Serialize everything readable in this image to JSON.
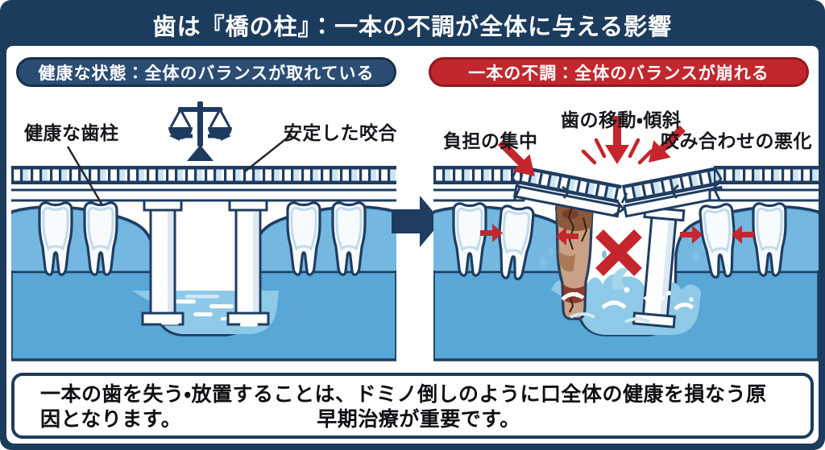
{
  "header": {
    "title": "歯は『橋の柱』：一本の不調が全体に与える影響"
  },
  "left_panel": {
    "header": "健康な状態：全体のバランスが取れている",
    "labels": {
      "pillar": "健康な歯柱",
      "occlusion": "安定した咬合"
    },
    "icons": {
      "balance": "balance-scale-icon"
    }
  },
  "right_panel": {
    "header": "一本の不調：全体のバランスが崩れる",
    "labels": {
      "load": "負担の集中",
      "movement": "歯の移動・傾斜",
      "bite": "咬み合わせの悪化"
    },
    "icons": {
      "failure": "red-x-icon",
      "stress": "red-stress-arrows"
    }
  },
  "transition": {
    "icon": "right-arrow-icon"
  },
  "footer": {
    "line1": "一本の歯を失う・放置することは、ドミノ倒しのように口全体の健康を損なう原",
    "line2_start": "因となります。",
    "line2_end": "早期治療が重要です。"
  },
  "colors": {
    "navy": "#1c3c5e",
    "outline": "#1e3d61",
    "pill_blue": "#2b4d74",
    "pill_red": "#c1272d",
    "accent_red": "#c5262d",
    "bank_blue": "#58a7d6",
    "gum_blue": "#74b7e0",
    "water_blue": "#8fc9e8",
    "slat_blue": "#cfe4f2"
  }
}
